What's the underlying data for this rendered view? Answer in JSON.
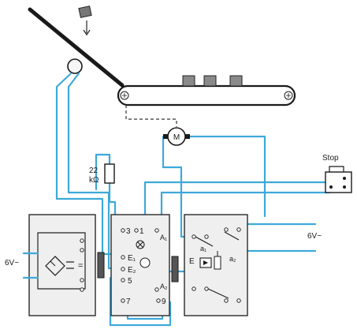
{
  "labels": {
    "resistor_value": "22",
    "resistor_unit": "kΩ",
    "motor": "M",
    "stop": "Stop",
    "ac_in": "6V~",
    "ac_out": "6V~",
    "dc_symbol": "=",
    "term_3": "3",
    "term_1": "1",
    "term_A1": "A₁",
    "term_E1": "E₁",
    "term_E2": "E₂",
    "term_5": "5",
    "term_A2": "A₂",
    "term_7": "7",
    "term_9": "9",
    "relay_E": "E",
    "relay_a1": "a₁",
    "relay_a2": "a₂"
  },
  "colors": {
    "wire": "#3ea9d9",
    "module_fill": "#efefef",
    "outline": "#2a2a2a"
  }
}
